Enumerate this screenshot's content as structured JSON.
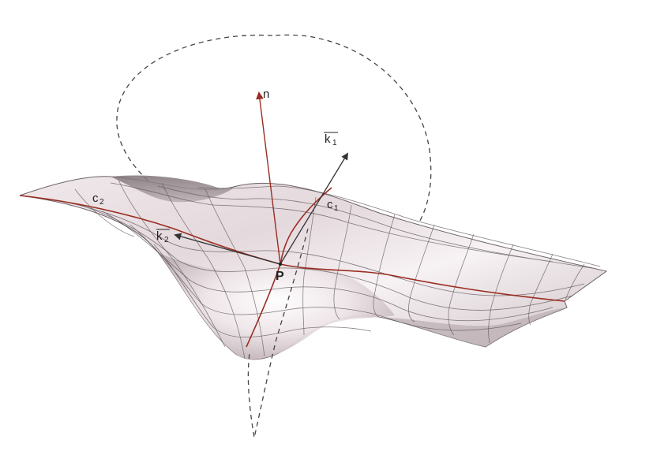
{
  "labels": {
    "normal": "n",
    "k1_base": "k",
    "k1_sub": "1",
    "k2_base": "k",
    "k2_sub": "2",
    "c1_base": "c",
    "c1_sub": "1",
    "c2_base": "c",
    "c2_sub": "2",
    "point": "P"
  },
  "colors": {
    "surface_light": "#f6f1f3",
    "surface_mid": "#d9cdd2",
    "surface_dark": "#8c7f84",
    "grid_line": "#5a5256",
    "curve": "#9a2d22",
    "normal_vector": "#9a2d22",
    "tangent_vector": "#333333",
    "dashed_curve": "#444444"
  }
}
